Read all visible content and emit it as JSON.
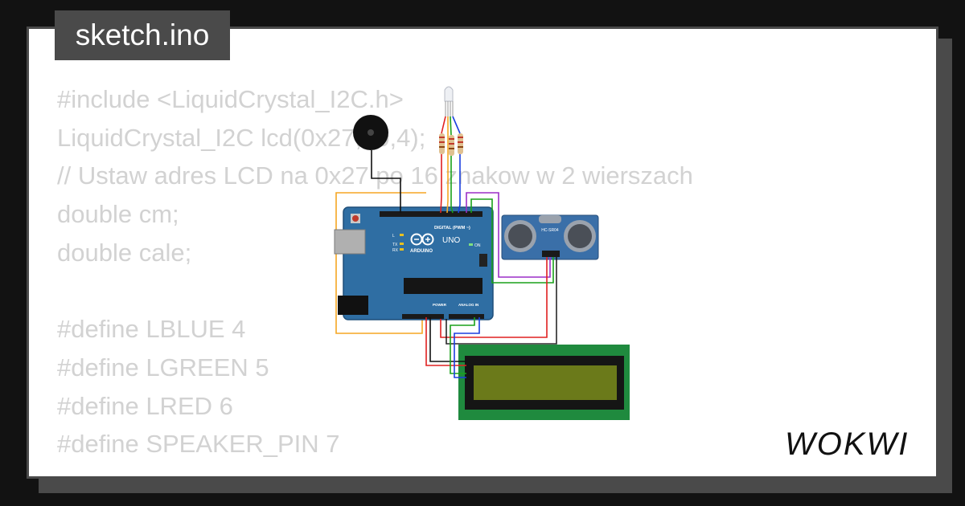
{
  "file_tab": {
    "label": "sketch.ino"
  },
  "code_lines": [
    "#include <LiquidCrystal_I2C.h>",
    "LiquidCrystal_I2C lcd(0x27,20,4);",
    "// Ustaw adres LCD na 0x27 po 16 znakow w 2 wierszach",
    "double cm;",
    "double cale;",
    "",
    "#define LBLUE 4",
    "#define LGREEN 5",
    "#define LRED 6",
    "#define SPEAKER_PIN 7"
  ],
  "brand": {
    "name": "WOKWI"
  },
  "diagram": {
    "arduino": {
      "model": "UNO",
      "brand": "ARDUINO",
      "digital_header": "DIGITAL (PWM ~)",
      "power_header": "POWER",
      "analog_header": "ANALOG IN",
      "led_labels": [
        "L",
        "TX",
        "RX"
      ],
      "on_label": "ON"
    },
    "sensor": {
      "label": "HC-SR04"
    },
    "colors": {
      "board": "#2f6ea3",
      "sensor": "#3a6fa8",
      "lcd_frame": "#1f8a3e",
      "lcd_screen": "#6b7a1a",
      "wire_red": "#e02020",
      "wire_green": "#1aa11a",
      "wire_blue": "#1a3fe0",
      "wire_purple": "#9b2fc7",
      "wire_orange": "#f5a623",
      "wire_black": "#111111"
    }
  }
}
